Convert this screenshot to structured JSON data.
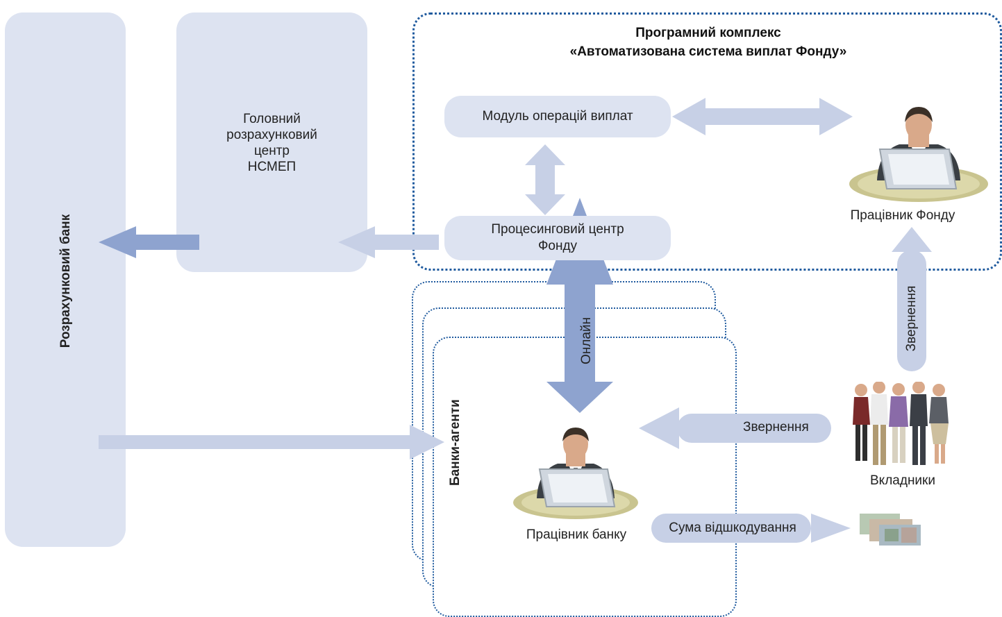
{
  "colors": {
    "panel": "#dde3f1",
    "arrow_dark": "#8ea3cf",
    "arrow_light": "#c7d0e6",
    "dotted_border": "#1f5a9e"
  },
  "settlement_bank": {
    "label": "Розрахунковий банк"
  },
  "main_center": {
    "label": "Головний\nрозрахунковий\nцентр\nНСМЕП"
  },
  "software_complex": {
    "title_line1": "Програмний комплекс",
    "title_line2": "«Автоматизована система виплат Фонду»"
  },
  "module_payments": {
    "label": "Модуль операцій виплат"
  },
  "processing_center": {
    "label": "Процесинговий центр\nФонду"
  },
  "fund_employee": {
    "label": "Працівник Фонду",
    "icon": "person-laptop-icon"
  },
  "agent_banks": {
    "label": "Банки-агенти"
  },
  "online": {
    "label": "Онлайн"
  },
  "appeal_vertical": {
    "label": "Звернення"
  },
  "appeal_horizontal": {
    "label": "Звернення"
  },
  "depositors": {
    "label": "Вкладники",
    "icon": "people-group-icon"
  },
  "bank_employee": {
    "label": "Працівник банку",
    "icon": "person-laptop-icon"
  },
  "compensation": {
    "label": "Сума відшкодування",
    "icon": "banknotes-icon"
  }
}
